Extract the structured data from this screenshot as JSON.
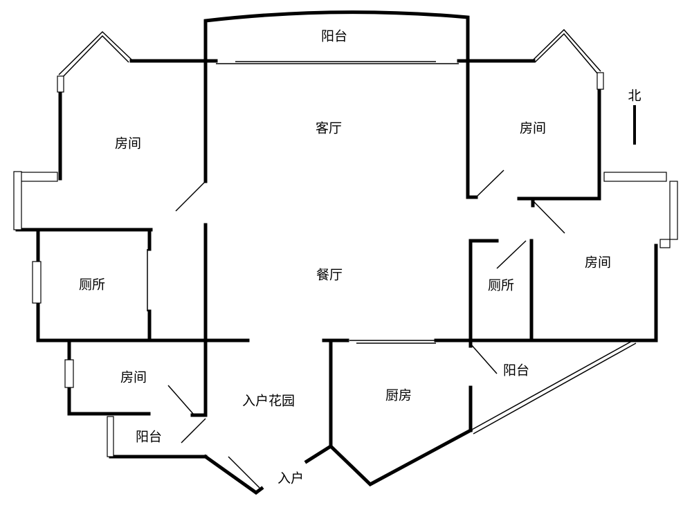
{
  "rooms": {
    "balcony_top": "阳台",
    "living_room": "客厅",
    "bedroom_nw": "房间",
    "bedroom_ne": "房间",
    "bedroom_e": "房间",
    "bedroom_sw": "房间",
    "dining_room": "餐厅",
    "toilet_w": "厕所",
    "toilet_e": "厕所",
    "balcony_e": "阳台",
    "balcony_sw": "阳台",
    "entry_garden": "入户花园",
    "kitchen": "厨房",
    "entrance": "入户"
  },
  "compass": {
    "north": "北"
  }
}
